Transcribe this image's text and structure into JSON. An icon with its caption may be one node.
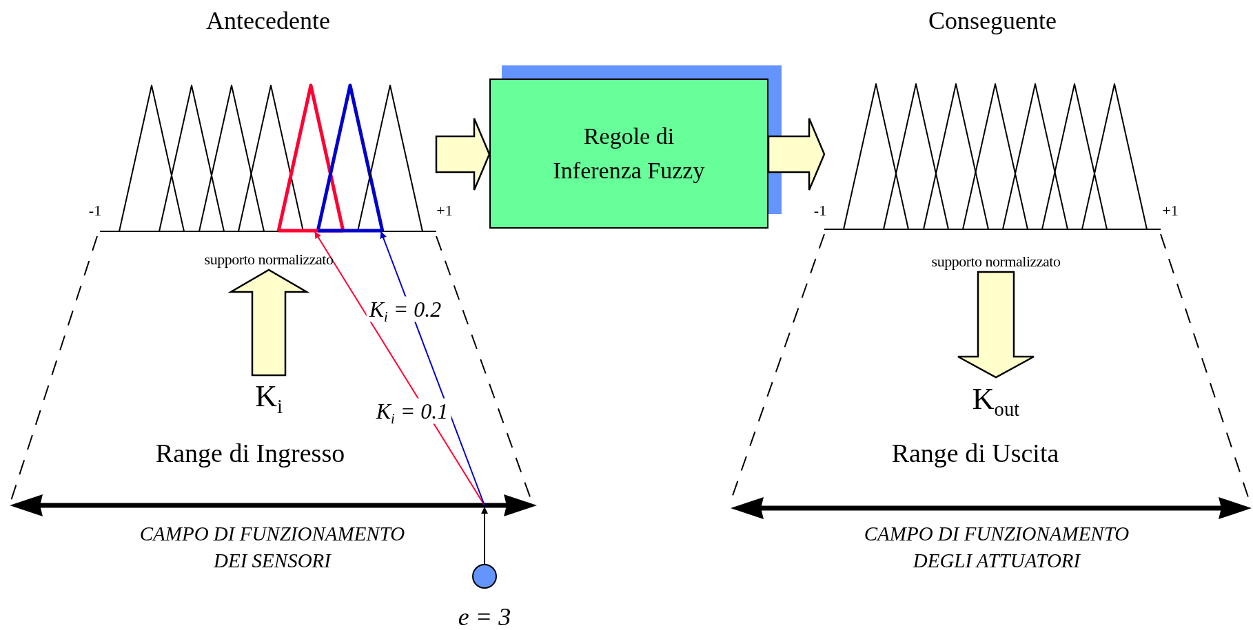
{
  "diagram": {
    "nodes": [
      {
        "text": [
          "Antecedente"
        ]
      },
      {
        "text": [
          "Regole di Inferenza Fuzzy"
        ]
      },
      {
        "text": [
          "Conseguente"
        ]
      },
      {
        "text": [
          "supporto normalizzato"
        ]
      },
      {
        "text": [
          "K$_{i}$"
        ]
      },
      {
        "text": [
          "supporto normalizzato"
        ]
      },
      {
        "text": [
          "K$_{out}$"
        ]
      },
      {
        "text": [],
        "shape": "circle",
        "beside": [
          "e = 3"
        ]
      }
    ],
    "edges": [
      {
        "from": 0,
        "to": 1,
        "arrow": "to",
        "style": "thick"
      },
      {
        "from": 1,
        "to": 2,
        "arrow": "to",
        "style": "thick"
      },
      {
        "from": 4,
        "to": 3,
        "arrow": "to",
        "style": "thick"
      },
      {
        "from": 5,
        "to": 6,
        "arrow": "to",
        "style": "thick"
      },
      {
        "from": 7,
        "to": null,
        "arrow": "to"
      },
      {
        "from": null,
        "to": 0,
        "arrow": "to",
        "color": "#ff0033",
        "label": "K$_{i}$ = 0.1"
      },
      {
        "from": null,
        "to": 0,
        "arrow": "to",
        "color": "#0000cc",
        "label": "K$_{i}$ = 0.2"
      }
    ],
    "labels": [
      "-1",
      "+1",
      "Range di Ingresso",
      "CAMPO DI FUNZIONAMENTO DEI SENSORI",
      "-1",
      "+1",
      "Range di Uscita",
      "CAMPO DI FUNZIONAMENTO DEGLI ATTUATORI"
    ]
  }
}
